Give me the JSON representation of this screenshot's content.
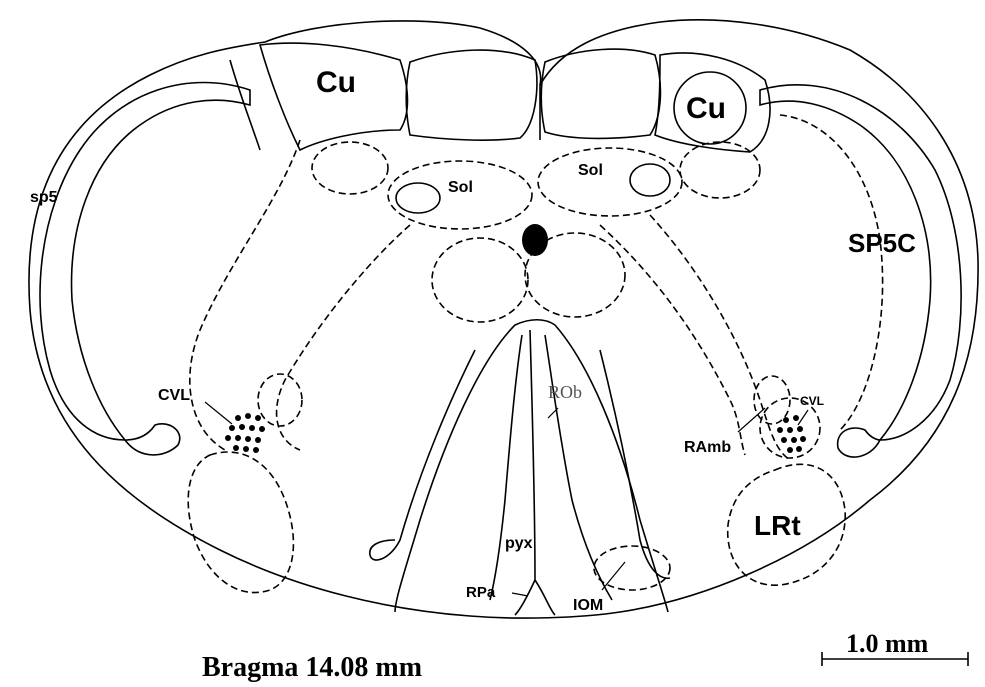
{
  "labels": {
    "cu_left": "Cu",
    "cu_right": "Cu",
    "sol_left": "Sol",
    "sol_right": "Sol",
    "sp5": "sp5",
    "sp5c": "SP5C",
    "cvl_left": "CVL",
    "cvl_right": "CVL",
    "ramb": "RAmb",
    "lrt": "LRt",
    "rob": "ROb",
    "pyx": "pyx",
    "rpa": "RPa",
    "iom": "IOM"
  },
  "caption": "Bragma 14.08 mm",
  "scale_bar": {
    "label": "1.0 mm"
  }
}
